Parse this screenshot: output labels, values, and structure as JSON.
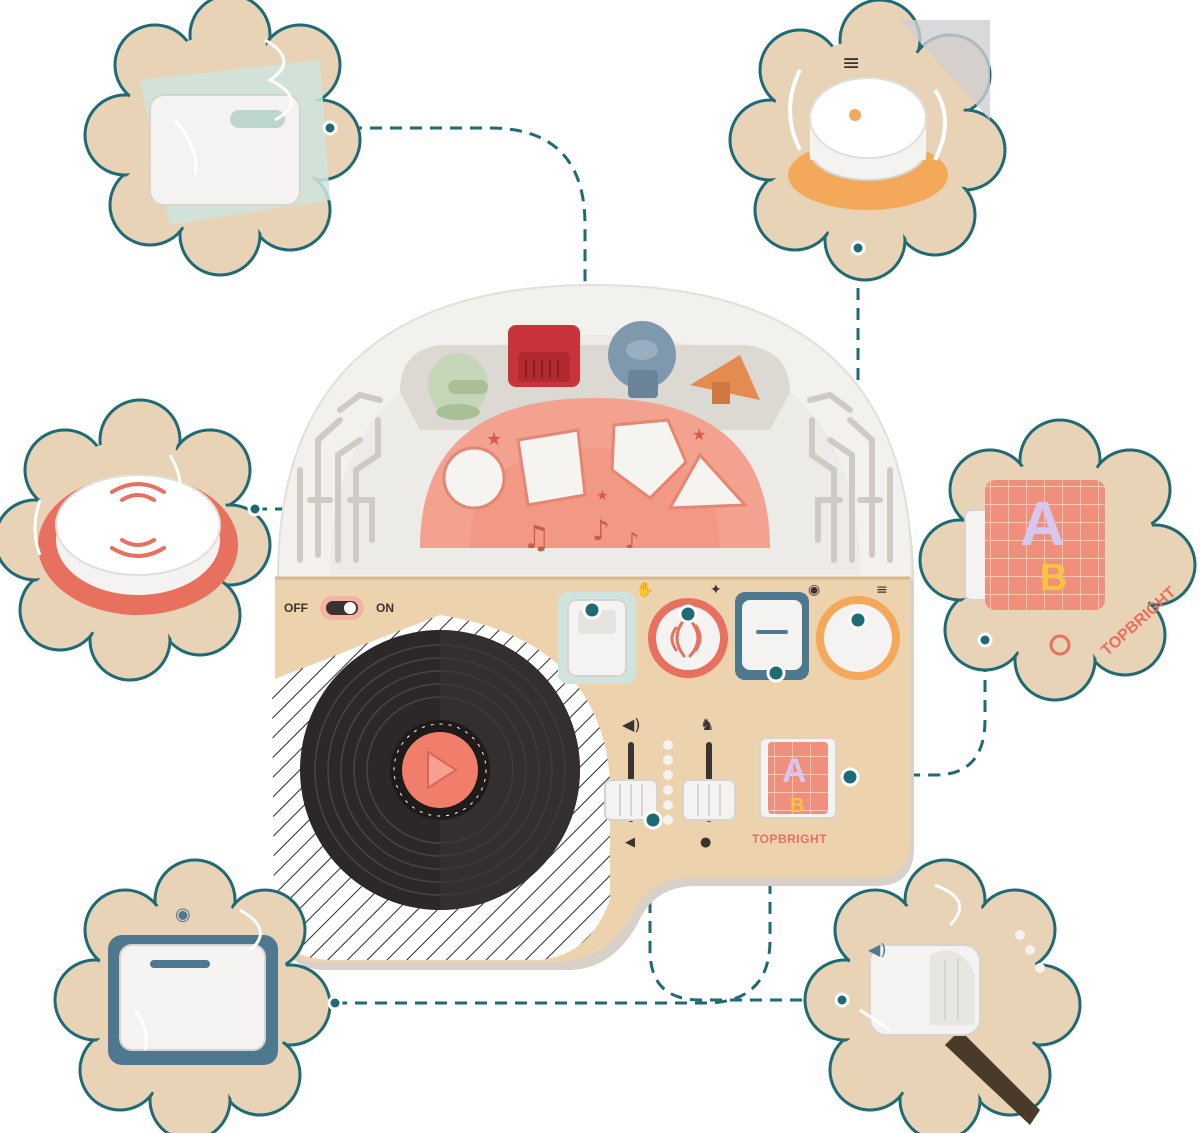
{
  "toy": {
    "switch_off_label": "OFF",
    "switch_on_label": "ON",
    "brand_on_board": "TOPBRIGHT",
    "brand_on_callout": "TOPBRIGHT",
    "letter_roller_letter": "A",
    "letter_roller_letter_2": "B",
    "callout_roller_letter": "A",
    "callout_roller_letter_2": "B"
  },
  "colors": {
    "connector": "#1e6a75",
    "frame_outline": "#1e6a75",
    "wood": "#ecd2ad",
    "coral": "#e8705e",
    "salmon": "#f4b3a0",
    "blue_frame": "#4e7890",
    "mint": "#a9d6cb",
    "orange": "#f4a85a",
    "record_black": "#2c2828"
  },
  "icons": {
    "drum_pad": "sound-waves-icon",
    "knob": "equalizer-icon",
    "square_button": "animal-face-icon",
    "slider_volume": "speaker-icon",
    "slider_speed_fast": "rabbit-icon",
    "slider_speed_slow": "turtle-icon",
    "record_center": "play-icon"
  }
}
